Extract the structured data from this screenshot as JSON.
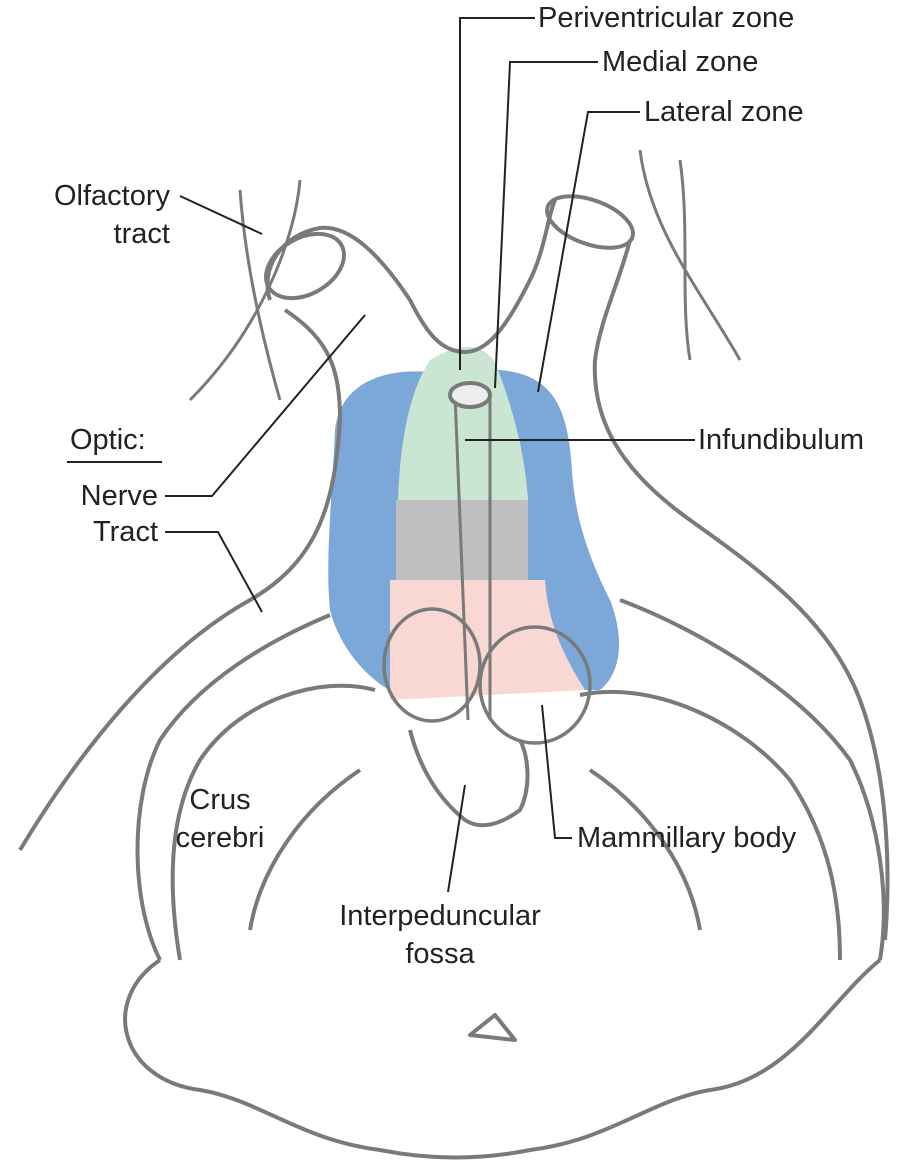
{
  "labels": {
    "periventricular_zone": "Periventricular zone",
    "medial_zone": "Medial zone",
    "lateral_zone": "Lateral zone",
    "olfactory_tract_line1": "Olfactory",
    "olfactory_tract_line2": "tract",
    "optic_heading": "Optic:",
    "nerve": "Nerve",
    "tract": "Tract",
    "infundibulum": "Infundibulum",
    "crus_cerebri_line1": "Crus",
    "crus_cerebri_line2": "cerebri",
    "mammillary_body": "Mammillary body",
    "interpeduncular_fossa_line1": "Interpeduncular",
    "interpeduncular_fossa_line2": "fossa"
  },
  "colors": {
    "lateral_zone": "#7ca7d9",
    "medial_zone": "#cbe5d3",
    "gray_band": "#bfbfbf",
    "mammillary_region": "#f9d8d4",
    "outline": "#7a7a7a",
    "leader": "#222222"
  }
}
